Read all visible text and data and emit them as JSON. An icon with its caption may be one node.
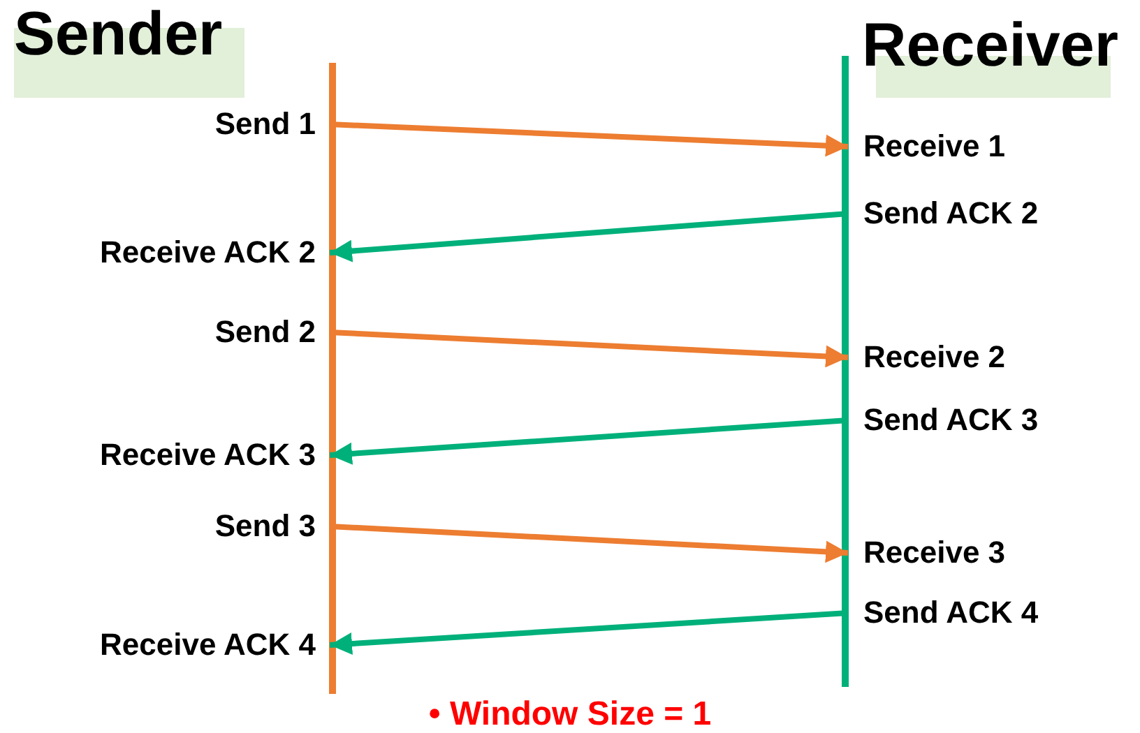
{
  "diagram": {
    "nodes": [
      {
        "text": [
          "Sender"
        ]
      },
      {
        "text": [
          "Receiver"
        ]
      },
      {
        "text": [
          "Send 1"
        ]
      },
      {
        "text": [
          "Receive 1"
        ]
      },
      {
        "text": [
          "Send ACK 2"
        ]
      },
      {
        "text": [
          "Receive ACK 2"
        ]
      },
      {
        "text": [
          "Send 2"
        ]
      },
      {
        "text": [
          "Receive 2"
        ]
      },
      {
        "text": [
          "Send ACK 3"
        ]
      },
      {
        "text": [
          "Receive ACK 3"
        ]
      },
      {
        "text": [
          "Send 3"
        ]
      },
      {
        "text": [
          "Receive 3"
        ]
      },
      {
        "text": [
          "Send ACK 4"
        ]
      },
      {
        "text": [
          "Receive ACK 4"
        ]
      }
    ],
    "edges": [
      {
        "from": 2,
        "to": 3,
        "arrow": "to",
        "color": "#ed7d31"
      },
      {
        "from": 4,
        "to": 5,
        "arrow": "to",
        "color": "#00b07a"
      },
      {
        "from": 6,
        "to": 7,
        "arrow": "to",
        "color": "#ed7d31"
      },
      {
        "from": 8,
        "to": 9,
        "arrow": "to",
        "color": "#00b07a"
      },
      {
        "from": 10,
        "to": 11,
        "arrow": "to",
        "color": "#ed7d31"
      },
      {
        "from": 12,
        "to": 13,
        "arrow": "to",
        "color": "#00b07a"
      }
    ],
    "labels": [
      "• Window Size = 1"
    ]
  }
}
